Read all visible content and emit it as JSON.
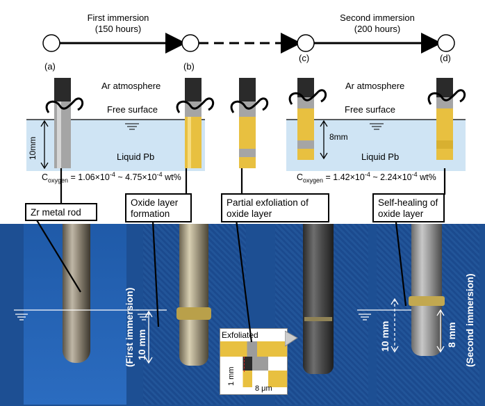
{
  "timeline": {
    "first_immersion_label": "First immersion",
    "first_immersion_hours": "(150 hours)",
    "second_immersion_label": "Second immersion",
    "second_immersion_hours": "(200 hours)"
  },
  "stages": {
    "a": "(a)",
    "b": "(b)",
    "c": "(c)",
    "d": "(d)"
  },
  "schematic_left": {
    "atmosphere": "Ar atmosphere",
    "free_surface": "Free surface",
    "liquid": "Liquid Pb",
    "depth": "10mm",
    "oxygen_prefix": "C",
    "oxygen_sub": "oxygen",
    "oxygen_value": " = 1.06×10",
    "oxygen_exp1": "-4",
    "oxygen_mid": " ~ 4.75×10",
    "oxygen_exp2": "-4",
    "oxygen_unit": " wt%"
  },
  "schematic_right": {
    "atmosphere": "Ar atmosphere",
    "free_surface": "Free surface",
    "liquid": "Liquid Pb",
    "depth": "8mm",
    "oxygen_prefix": "C",
    "oxygen_sub": "oxygen",
    "oxygen_value": " = 1.42×10",
    "oxygen_exp1": "-4",
    "oxygen_mid": " ~ 2.24×10",
    "oxygen_exp2": "-4",
    "oxygen_unit": " wt%"
  },
  "callouts": {
    "zr_rod": "Zr metal rod",
    "oxide_formation_1": "Oxide layer",
    "oxide_formation_2": "formation",
    "exfoliation_1": "Partial exfoliation of",
    "exfoliation_2": "oxide layer",
    "self_healing_1": "Self-healing of",
    "self_healing_2": "oxide layer"
  },
  "photo_labels": {
    "first_immersion_rot": "(First immersion)",
    "first_depth": "10 mm",
    "second_depth": "10 mm",
    "second_depth_b": "8 mm",
    "second_immersion_rot": "(Second immersion)"
  },
  "inset": {
    "title": "Exfoliated",
    "scale_v": "1 mm",
    "scale_h": "8 μm"
  },
  "colors": {
    "gold": "#e8c040",
    "rod_gray": "#9a9a9a",
    "rod_dark": "#2a2a2a",
    "liquid_blue": "#cfe4f4",
    "photo_blue": "#1d4f93"
  }
}
